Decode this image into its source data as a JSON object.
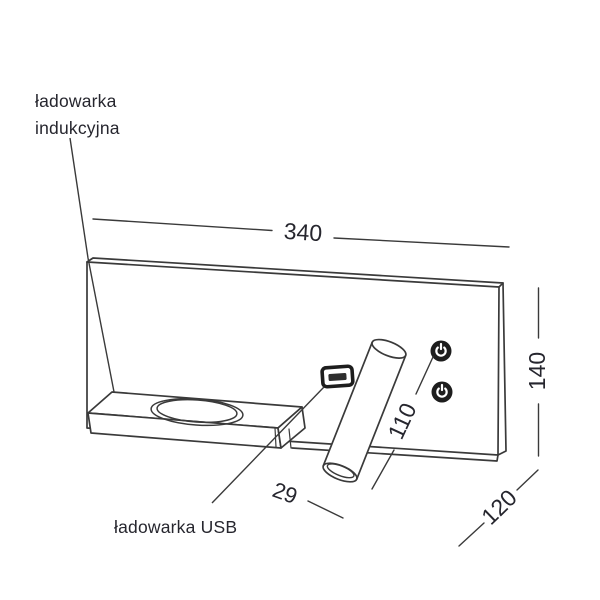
{
  "diagram": {
    "kind": "technical-drawing",
    "subject": "wall-mounted bedside lamp with wireless charger, USB charger and adjustable reading spot",
    "labels": {
      "inductive_line1": "ładowarka",
      "inductive_line2": "indukcyjna",
      "usb": "ładowarka USB"
    },
    "dimensions": {
      "width": "340",
      "height": "140",
      "lamp_length": "110",
      "lamp_diameter": "29",
      "depth": "120"
    },
    "icons": {
      "button_icon": "power-icon",
      "button_count": 2
    },
    "colors": {
      "background": "#ffffff",
      "line": "#3a3a3a",
      "text": "#26262e",
      "button_fill": "#1d1d1d",
      "usb_inner_fill": "#2e2e2e"
    }
  }
}
